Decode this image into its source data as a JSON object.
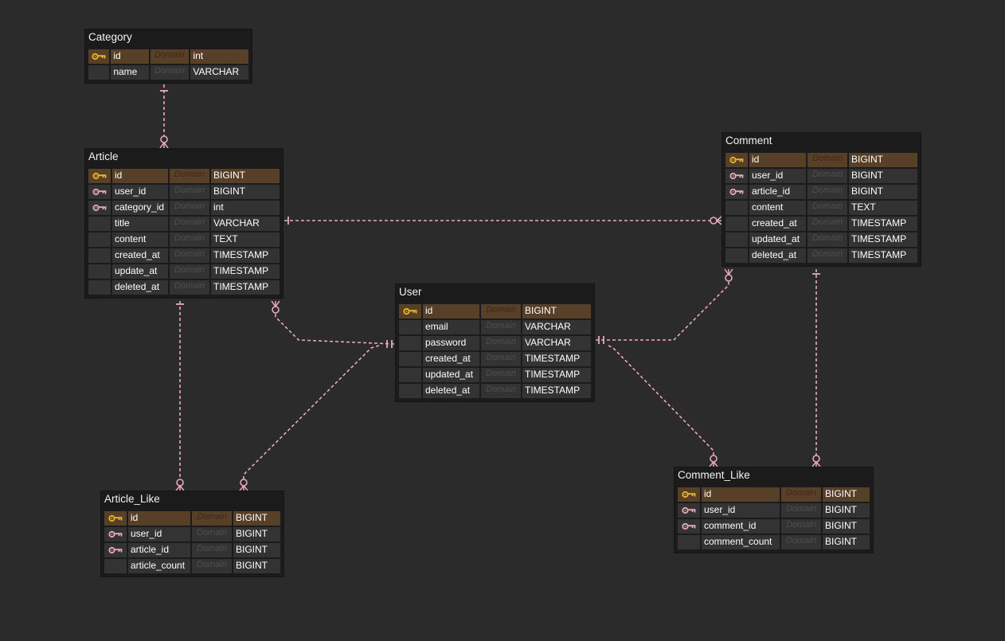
{
  "domain_label": "Domain",
  "colors": {
    "background": "#2b2b2b",
    "table": "#1b1b1b",
    "cell": "#333333",
    "pk_row": "#583f28",
    "pk_key": "#e6b728",
    "fk_key": "#e7a8b8",
    "relation": "#e9a9b9"
  },
  "tables": {
    "category": {
      "title": "Category",
      "columns": [
        {
          "key": "pk",
          "name": "id",
          "type": "int"
        },
        {
          "key": "",
          "name": "name",
          "type": "VARCHAR"
        }
      ]
    },
    "article": {
      "title": "Article",
      "columns": [
        {
          "key": "pk",
          "name": "id",
          "type": "BIGINT"
        },
        {
          "key": "fk",
          "name": "user_id",
          "type": "BIGINT"
        },
        {
          "key": "fk",
          "name": "category_id",
          "type": "int"
        },
        {
          "key": "",
          "name": "title",
          "type": "VARCHAR"
        },
        {
          "key": "",
          "name": "content",
          "type": "TEXT"
        },
        {
          "key": "",
          "name": "created_at",
          "type": "TIMESTAMP"
        },
        {
          "key": "",
          "name": "update_at",
          "type": "TIMESTAMP"
        },
        {
          "key": "",
          "name": "deleted_at",
          "type": "TIMESTAMP"
        }
      ]
    },
    "comment": {
      "title": "Comment",
      "columns": [
        {
          "key": "pk",
          "name": "id",
          "type": "BIGINT"
        },
        {
          "key": "fk",
          "name": "user_id",
          "type": "BIGINT"
        },
        {
          "key": "fk",
          "name": "article_id",
          "type": "BIGINT"
        },
        {
          "key": "",
          "name": "content",
          "type": "TEXT"
        },
        {
          "key": "",
          "name": "created_at",
          "type": "TIMESTAMP"
        },
        {
          "key": "",
          "name": "updated_at",
          "type": "TIMESTAMP"
        },
        {
          "key": "",
          "name": "deleted_at",
          "type": "TIMESTAMP"
        }
      ]
    },
    "user": {
      "title": "User",
      "columns": [
        {
          "key": "pk",
          "name": "id",
          "type": "BIGINT"
        },
        {
          "key": "",
          "name": "email",
          "type": "VARCHAR"
        },
        {
          "key": "",
          "name": "password",
          "type": "VARCHAR"
        },
        {
          "key": "",
          "name": "created_at",
          "type": "TIMESTAMP"
        },
        {
          "key": "",
          "name": "updated_at",
          "type": "TIMESTAMP"
        },
        {
          "key": "",
          "name": "deleted_at",
          "type": "TIMESTAMP"
        }
      ]
    },
    "article_like": {
      "title": "Article_Like",
      "columns": [
        {
          "key": "pk",
          "name": "id",
          "type": "BIGINT"
        },
        {
          "key": "fk",
          "name": "user_id",
          "type": "BIGINT"
        },
        {
          "key": "fk",
          "name": "article_id",
          "type": "BIGINT"
        },
        {
          "key": "",
          "name": "article_count",
          "type": "BIGINT"
        }
      ]
    },
    "comment_like": {
      "title": "Comment_Like",
      "columns": [
        {
          "key": "pk",
          "name": "id",
          "type": "BIGINT"
        },
        {
          "key": "fk",
          "name": "user_id",
          "type": "BIGINT"
        },
        {
          "key": "fk",
          "name": "comment_id",
          "type": "BIGINT"
        },
        {
          "key": "",
          "name": "comment_count",
          "type": "BIGINT"
        }
      ]
    }
  },
  "relations": [
    {
      "from": "Category",
      "to": "Article",
      "from_card": "one",
      "to_card": "zero-or-many"
    },
    {
      "from": "Article",
      "to": "Comment",
      "from_card": "one",
      "to_card": "zero-or-many"
    },
    {
      "from": "Article",
      "to": "Article_Like",
      "from_card": "one",
      "to_card": "zero-or-many"
    },
    {
      "from": "User",
      "to": "Article",
      "from_card": "one",
      "to_card": "zero-or-many"
    },
    {
      "from": "User",
      "to": "Comment",
      "from_card": "one",
      "to_card": "zero-or-many"
    },
    {
      "from": "User",
      "to": "Article_Like",
      "from_card": "one",
      "to_card": "zero-or-many"
    },
    {
      "from": "User",
      "to": "Comment_Like",
      "from_card": "one",
      "to_card": "zero-or-many"
    },
    {
      "from": "Comment",
      "to": "Comment_Like",
      "from_card": "one",
      "to_card": "zero-or-many"
    }
  ]
}
